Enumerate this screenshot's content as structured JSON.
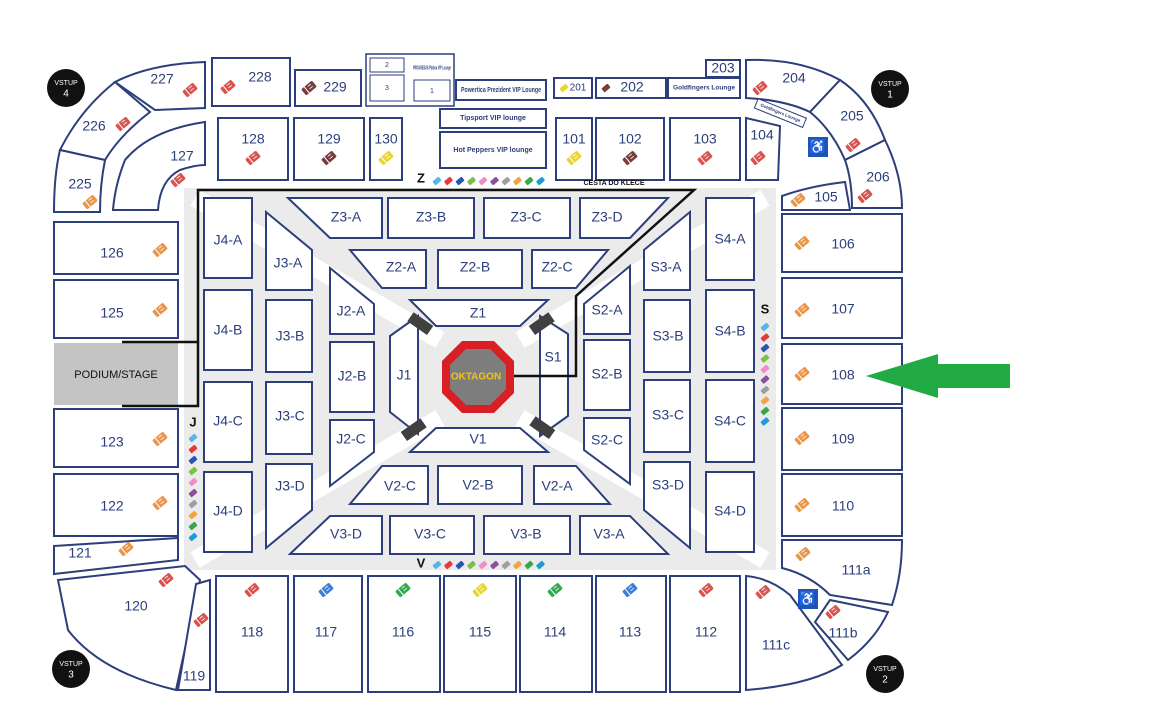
{
  "entrances": [
    {
      "word": "VSTUP",
      "num": "4"
    },
    {
      "word": "VSTUP",
      "num": "1"
    },
    {
      "word": "VSTUP",
      "num": "3"
    },
    {
      "word": "VSTUP",
      "num": "2"
    }
  ],
  "upper_sections": [
    "227",
    "228",
    "229",
    "203",
    "204",
    "205",
    "206",
    "226",
    "225"
  ],
  "lounges": {
    "progresus": "PROGRESUS Platina VIP Lounge",
    "p2": "2",
    "p3": "3",
    "p1": "1",
    "powertica": "Powertica Prezident VIP Lounge",
    "s201": "201",
    "s202": "202",
    "goldfingers": "Goldfingers Lounge",
    "goldfingers_small": "Goldfingers Lounge",
    "tipsport": "Tipsport VIP lounge",
    "hotpeppers": "Hot Peppers VIP lounge"
  },
  "lower_sections": {
    "s128": "128",
    "s129": "129",
    "s130": "130",
    "s127": "127",
    "s101": "101",
    "s102": "102",
    "s103": "103",
    "s104": "104",
    "s105": "105",
    "s126": "126",
    "s125": "125",
    "s123": "123",
    "s122": "122",
    "s121": "121",
    "s120": "120",
    "s119": "119",
    "s106": "106",
    "s107": "107",
    "s108": "108",
    "s109": "109",
    "s110": "110",
    "s111a": "111a",
    "s111b": "111b",
    "s111c": "111c",
    "s118": "118",
    "s117": "117",
    "s116": "116",
    "s115": "115",
    "s114": "114",
    "s113": "113",
    "s112": "112"
  },
  "podium": "PODIUM/STAGE",
  "cesta": "CESTA DO KLECE",
  "octagon": "OKTAGON",
  "zone_letters": {
    "z": "Z",
    "v": "V",
    "j": "J",
    "s": "S"
  },
  "floor_blocks": {
    "Z3A": "Z3-A",
    "Z3B": "Z3-B",
    "Z3C": "Z3-C",
    "Z3D": "Z3-D",
    "Z2A": "Z2-A",
    "Z2B": "Z2-B",
    "Z2C": "Z2-C",
    "Z1": "Z1",
    "J4A": "J4-A",
    "J4B": "J4-B",
    "J4C": "J4-C",
    "J4D": "J4-D",
    "J3A": "J3-A",
    "J3B": "J3-B",
    "J3C": "J3-C",
    "J3D": "J3-D",
    "J2A": "J2-A",
    "J2B": "J2-B",
    "J2C": "J2-C",
    "J1": "J1",
    "S4A": "S4-A",
    "S4B": "S4-B",
    "S4C": "S4-C",
    "S4D": "S4-D",
    "S3A": "S3-A",
    "S3B": "S3-B",
    "S3C": "S3-C",
    "S3D": "S3-D",
    "S2A": "S2-A",
    "S2B": "S2-B",
    "S2C": "S2-C",
    "S1": "S1",
    "V3D": "V3-D",
    "V3C": "V3-C",
    "V3B": "V3-B",
    "V3A": "V3-A",
    "V2C": "V2-C",
    "V2B": "V2-B",
    "V2A": "V2-A",
    "V1": "V1"
  },
  "ticket_colors": [
    "#5ab4e5",
    "#e23b3b",
    "#2a55b8",
    "#7bc043",
    "#f28cc8",
    "#8a4f9e",
    "#9e9e9e",
    "#f4a340",
    "#3aa64c",
    "#1e9bd7"
  ],
  "colors": {
    "outline": "#2c3e7b",
    "ticket_red": "#d9534f",
    "ticket_orange": "#e8964a",
    "ticket_brown": "#7a3b3b",
    "ticket_yellow": "#e8d530",
    "ticket_blue": "#3b7dd8",
    "ticket_green": "#2eaa4f",
    "arrow": "#22aa44",
    "octagon_red": "#d91f26",
    "octagon_grey": "#7d7d7d",
    "octagon_text": "#f2c318"
  },
  "arrow_icon": "green-arrow-icon"
}
